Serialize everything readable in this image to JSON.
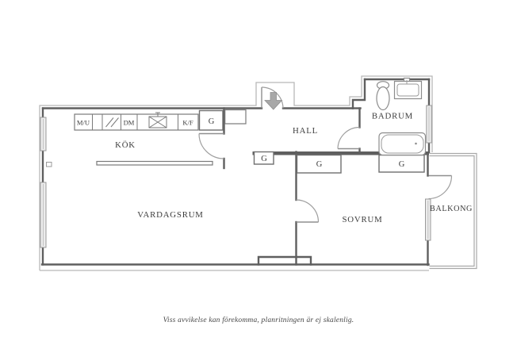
{
  "floor_plan": {
    "rooms": {
      "kok": "KÖK",
      "hall": "HALL",
      "badrum": "BADRUM",
      "vardagsrum": "VARDAGSRUM",
      "sovrum": "SOVRUM",
      "balkong": "BALKONG"
    },
    "kitchen_units": {
      "mu": "M/U",
      "dm": "DM",
      "kf": "K/F"
    },
    "wardrobe_label": "G",
    "caption": "Viss avvikelse kan förekomma, planritningen är ej skalenlig.",
    "colors": {
      "wall": "#5f5f5f",
      "outer_contour": "#b8b8b8",
      "balcony_wall": "#a8a8a8",
      "door_arc": "#9e9e9e",
      "entry_arrow": "#a8a8a8",
      "fixture": "#8c8c8c",
      "window_fill": "#ececec",
      "label_text": "#3c3c3c",
      "background": "#ffffff"
    }
  }
}
